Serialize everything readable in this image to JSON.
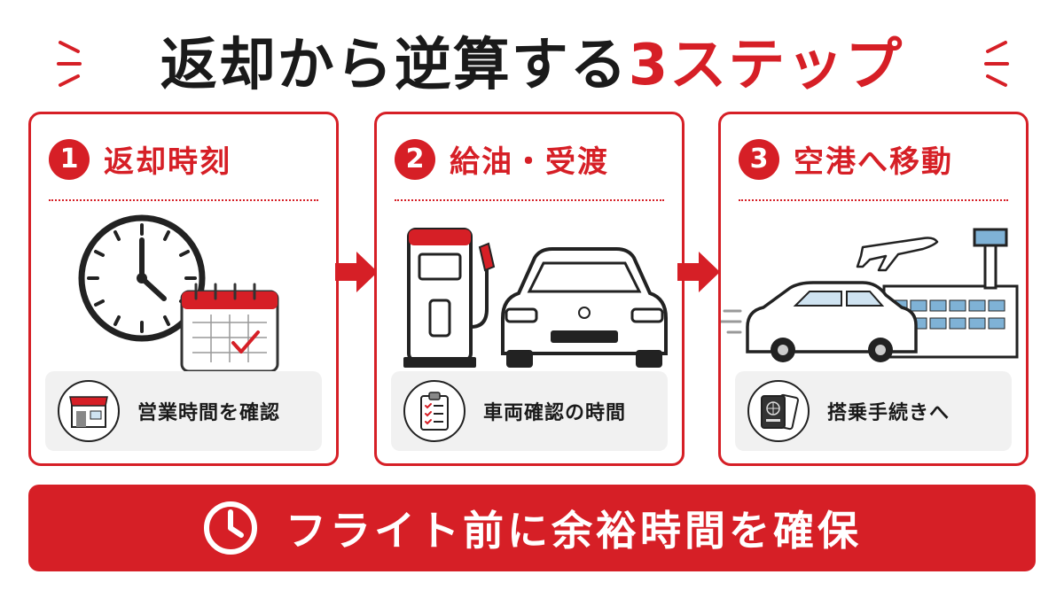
{
  "title": {
    "main": "返却から逆算する",
    "accent": "3ステップ"
  },
  "colors": {
    "accent": "#d61f26",
    "panel": "#f1f1f1",
    "text": "#1a1a1a"
  },
  "steps": [
    {
      "number": "1",
      "title": "返却時刻",
      "note": "営業時間を確認",
      "illustration": [
        "clock-icon",
        "calendar-icon"
      ],
      "note_icon": "store-icon"
    },
    {
      "number": "2",
      "title": "給油・受渡",
      "note": "車両確認の時間",
      "illustration": [
        "fuel-pump-icon",
        "car-icon"
      ],
      "note_icon": "clipboard-icon"
    },
    {
      "number": "3",
      "title": "空港へ移動",
      "note": "搭乗手続きへ",
      "illustration": [
        "airplane-icon",
        "airport-icon",
        "car-icon"
      ],
      "note_icon": "passport-ticket-icon"
    }
  ],
  "banner": {
    "text": "フライト前に余裕時間を確保",
    "icon": "clock-icon"
  }
}
